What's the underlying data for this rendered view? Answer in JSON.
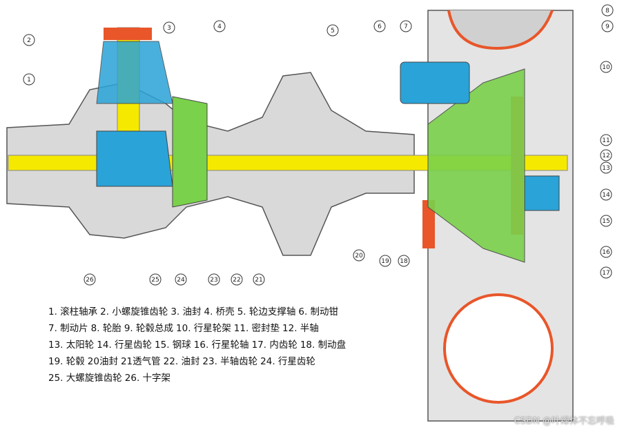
{
  "callouts": [
    "1",
    "2",
    "3",
    "4",
    "5",
    "6",
    "7",
    "8",
    "9",
    "10",
    "11",
    "12",
    "13",
    "14",
    "15",
    "16",
    "17",
    "18",
    "19",
    "20",
    "21",
    "22",
    "23",
    "24",
    "25",
    "26"
  ],
  "legend_rows": [
    [
      "1. 滚柱轴承",
      "2. 小螺旋锥齿轮",
      "3. 油封",
      "4. 桥壳",
      "5. 轮边支撑轴",
      "6. 制动钳"
    ],
    [
      "7. 制动片",
      "8. 轮胎",
      "9. 轮毂总成",
      "10. 行星轮架",
      "11. 密封垫",
      "12. 半轴"
    ],
    [
      "13. 太阳轮",
      "14. 行星齿轮",
      "15. 钢球",
      "16. 行星轮轴",
      "17. 内齿轮",
      "18. 制动盘"
    ],
    [
      "19. 轮毂",
      "20油封",
      "21透气管",
      "22. 油封",
      "23. 半轴齿轮",
      "24. 行星齿轮"
    ],
    [
      "25. 大螺旋锥齿轮",
      "26. 十字架"
    ]
  ],
  "watermark": "CSDN @叶绿体不忘呼吸",
  "colors": {
    "shaft": "#f5e900",
    "gear_blue": "#2aa3d8",
    "seal_red": "#e8562a",
    "hub_green": "#7ad14b",
    "housing_gray": "#d9d9d9"
  }
}
